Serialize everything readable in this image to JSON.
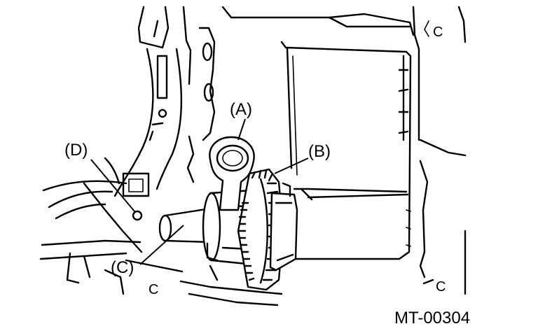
{
  "figure": {
    "code": "MT-00304",
    "callouts": [
      {
        "id": "A",
        "text": "(A)"
      },
      {
        "id": "B",
        "text": "(B)"
      },
      {
        "id": "C",
        "text": "(C)"
      },
      {
        "id": "D",
        "text": "(D)"
      }
    ]
  }
}
